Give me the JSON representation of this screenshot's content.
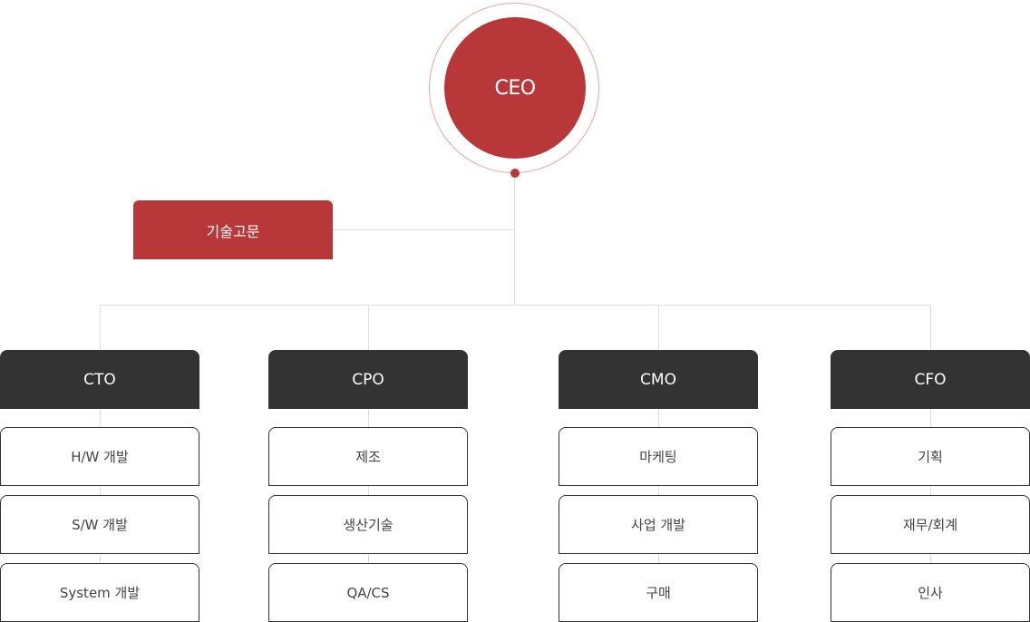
{
  "ceo": {
    "label": "CEO"
  },
  "advisor": {
    "label": "기술고문"
  },
  "departments": [
    {
      "title": "CTO",
      "units": [
        "H/W 개발",
        "S/W 개발",
        "System 개발"
      ]
    },
    {
      "title": "CPO",
      "units": [
        "제조",
        "생산기술",
        "QA/CS"
      ]
    },
    {
      "title": "CMO",
      "units": [
        "마케팅",
        "사업 개발",
        "구매"
      ]
    },
    {
      "title": "CFO",
      "units": [
        "기획",
        "재무/회계",
        "인사"
      ]
    }
  ],
  "colors": {
    "accent": "#b8383a",
    "exec_bg": "#333333",
    "line": "#dddddd",
    "ring": "#e6a7a4"
  }
}
